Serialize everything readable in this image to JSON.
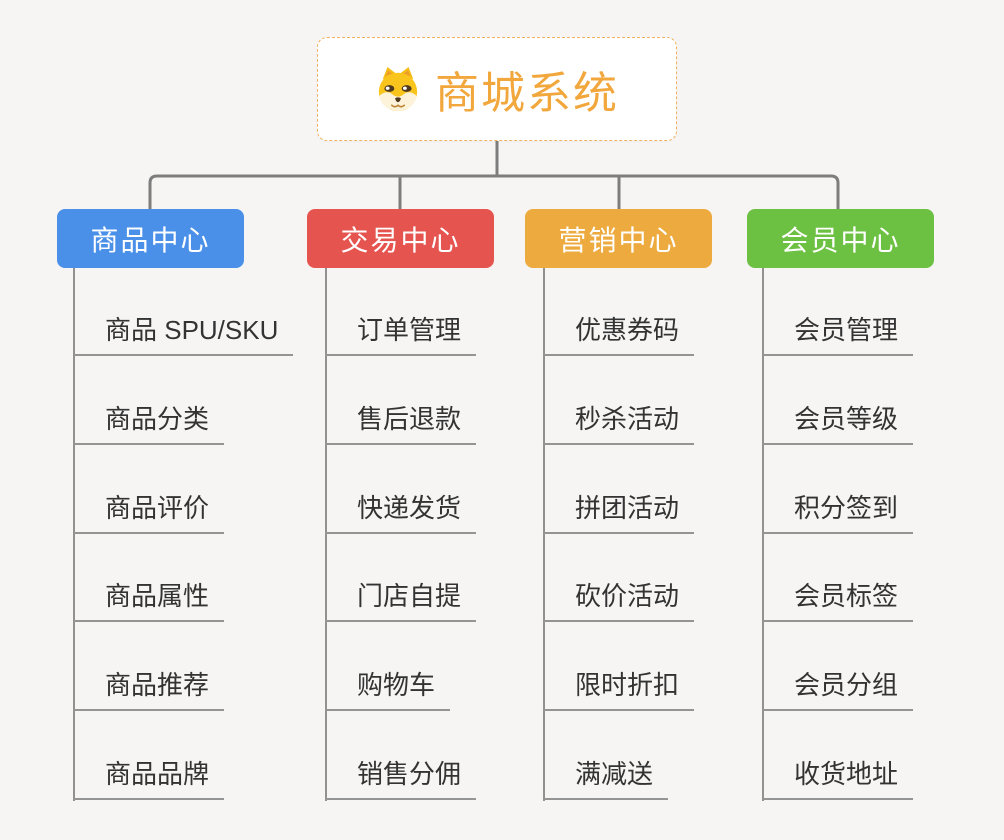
{
  "canvas": {
    "background": "#f6f5f4"
  },
  "root": {
    "label": "商城系统",
    "icon": "dog-icon",
    "text_color": "#f2a73d",
    "border_color": "#f0b25e",
    "background": "#ffffff"
  },
  "connector_color": "#7d7d7d",
  "child_line_color": "#949494",
  "child_text_color": "#333333",
  "branches": [
    {
      "label": "商品中心",
      "color": "#4a90e8",
      "children": [
        "商品 SPU/SKU",
        "商品分类",
        "商品评价",
        "商品属性",
        "商品推荐",
        "商品品牌"
      ]
    },
    {
      "label": "交易中心",
      "color": "#e5544f",
      "children": [
        "订单管理",
        "售后退款",
        "快递发货",
        "门店自提",
        "购物车",
        "销售分佣"
      ]
    },
    {
      "label": "营销中心",
      "color": "#edaa3e",
      "children": [
        "优惠券码",
        "秒杀活动",
        "拼团活动",
        "砍价活动",
        "限时折扣",
        "满减送"
      ]
    },
    {
      "label": "会员中心",
      "color": "#6cc042",
      "children": [
        "会员管理",
        "会员等级",
        "积分签到",
        "会员标签",
        "会员分组",
        "收货地址"
      ]
    }
  ]
}
